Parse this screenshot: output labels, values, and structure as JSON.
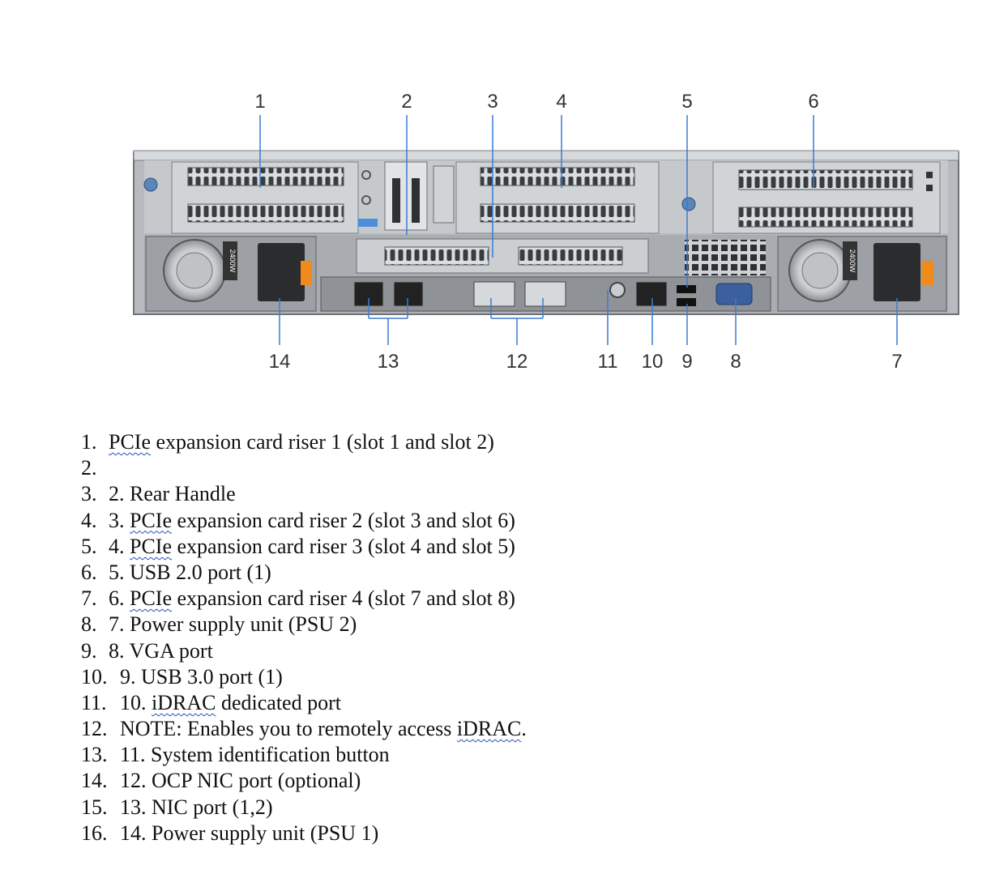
{
  "figure": {
    "top_callouts": [
      "1",
      "2",
      "3",
      "4",
      "5",
      "6"
    ],
    "bottom_callouts": [
      "14",
      "13",
      "12",
      "11",
      "10",
      "9",
      "8",
      "7"
    ],
    "psu_left_label": "2400W",
    "psu_right_label": "2400W"
  },
  "list": {
    "items": [
      {
        "num": "1.",
        "pre": "",
        "flag": "PCIe",
        "post": " expansion card riser 1 (slot 1 and slot 2)"
      },
      {
        "num": "2.",
        "pre": "",
        "flag": "",
        "post": ""
      },
      {
        "num": "3.",
        "pre": "2. Rear Handle",
        "flag": "",
        "post": ""
      },
      {
        "num": "4.",
        "pre": "3. ",
        "flag": "PCIe",
        "post": " expansion card riser 2 (slot 3 and slot 6)"
      },
      {
        "num": "5.",
        "pre": "4. ",
        "flag": "PCIe",
        "post": " expansion card riser 3 (slot 4 and slot 5)"
      },
      {
        "num": "6.",
        "pre": "5. USB 2.0 port (1)",
        "flag": "",
        "post": ""
      },
      {
        "num": "7.",
        "pre": "6. ",
        "flag": "PCIe",
        "post": " expansion card riser 4 (slot 7 and slot 8)"
      },
      {
        "num": "8.",
        "pre": "7. Power supply unit (PSU 2)",
        "flag": "",
        "post": ""
      },
      {
        "num": "9.",
        "pre": "8. VGA port",
        "flag": "",
        "post": ""
      },
      {
        "num": "10.",
        "pre": "9. USB 3.0 port (1)",
        "flag": "",
        "post": ""
      },
      {
        "num": "11.",
        "pre": "10. ",
        "flag": "iDRAC",
        "post": " dedicated port"
      },
      {
        "num": "12.",
        "pre": "NOTE: Enables you to remotely access ",
        "flag": "iDRAC",
        "post": "."
      },
      {
        "num": "13.",
        "pre": "11. System identification button",
        "flag": "",
        "post": ""
      },
      {
        "num": "14.",
        "pre": "12. OCP NIC port (optional)",
        "flag": "",
        "post": ""
      },
      {
        "num": "15.",
        "pre": "13. NIC port (1,2)",
        "flag": "",
        "post": ""
      },
      {
        "num": "16.",
        "pre": "14. Power supply unit (PSU 1)",
        "flag": "",
        "post": ""
      }
    ]
  }
}
